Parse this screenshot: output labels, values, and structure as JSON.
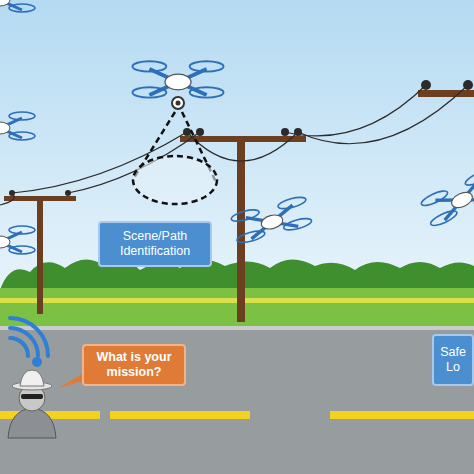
{
  "diagram": {
    "nodes": [
      {
        "text": [
          "Scene/Path Identification"
        ]
      },
      {
        "text": [
          "What is your mission?"
        ]
      },
      {
        "text": [
          "Safe Lo"
        ]
      }
    ]
  }
}
